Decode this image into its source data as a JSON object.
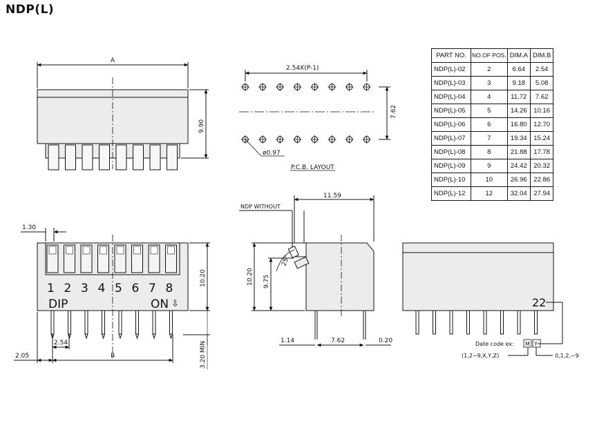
{
  "title": "NDP(L)",
  "front_view": {
    "dim_a": "A",
    "dim_height": "9.90"
  },
  "pcb_layout": {
    "pitch_label": "2.54X(P-1)",
    "row_spacing": "7.62",
    "hole_diameter": "ø0.97",
    "caption": "P.C.B. LAYOUT"
  },
  "top_view": {
    "dim_1_30": "1.30",
    "position_numbers": [
      "1",
      "2",
      "3",
      "4",
      "5",
      "6",
      "7",
      "8"
    ],
    "dip_label": "DIP",
    "on_label": "ON",
    "on_arrow": "⇩",
    "dim_height": "10.20",
    "dim_pitch": "2.54",
    "dim_offset": "2.05",
    "dim_b": "B",
    "dim_pin_min": "3.20 MIN"
  },
  "side_view": {
    "label_without": "NDP WITHOUT",
    "dim_width": "11.59",
    "dim_height_outer": "10.20",
    "dim_height_inner": "9.75",
    "dim_angle": "25°",
    "dim_left": "1.14",
    "dim_pin_spacing": "7.62",
    "dim_pin_thickness": "0.20"
  },
  "back_view": {
    "date_code": "22",
    "date_code_caption": "Date code ex:",
    "month_box": "M",
    "year_box": "Y",
    "month_range": "(1,2~9,X,Y,Z)",
    "year_range": "0,1,2,~9"
  },
  "spec_table": {
    "headers": [
      "PART NO.",
      "NO.OF POS.",
      "DIM.A",
      "DIM.B"
    ],
    "rows": [
      [
        "NDP(L)-02",
        "2",
        "6.64",
        "2.54"
      ],
      [
        "NDP(L)-03",
        "3",
        "9.18",
        "5.08"
      ],
      [
        "NDP(L)-04",
        "4",
        "11.72",
        "7.62"
      ],
      [
        "NDP(L)-05",
        "5",
        "14.26",
        "10.16"
      ],
      [
        "NDP(L)-06",
        "6",
        "16.80",
        "12.70"
      ],
      [
        "NDP(L)-07",
        "7",
        "19.34",
        "15.24"
      ],
      [
        "NDP(L)-08",
        "8",
        "21.88",
        "17.78"
      ],
      [
        "NDP(L)-09",
        "9",
        "24.42",
        "20.32"
      ],
      [
        "NDP(L)-10",
        "10",
        "26.96",
        "22.86"
      ],
      [
        "NDP(L)-12",
        "12",
        "32.04",
        "27.94"
      ]
    ]
  }
}
